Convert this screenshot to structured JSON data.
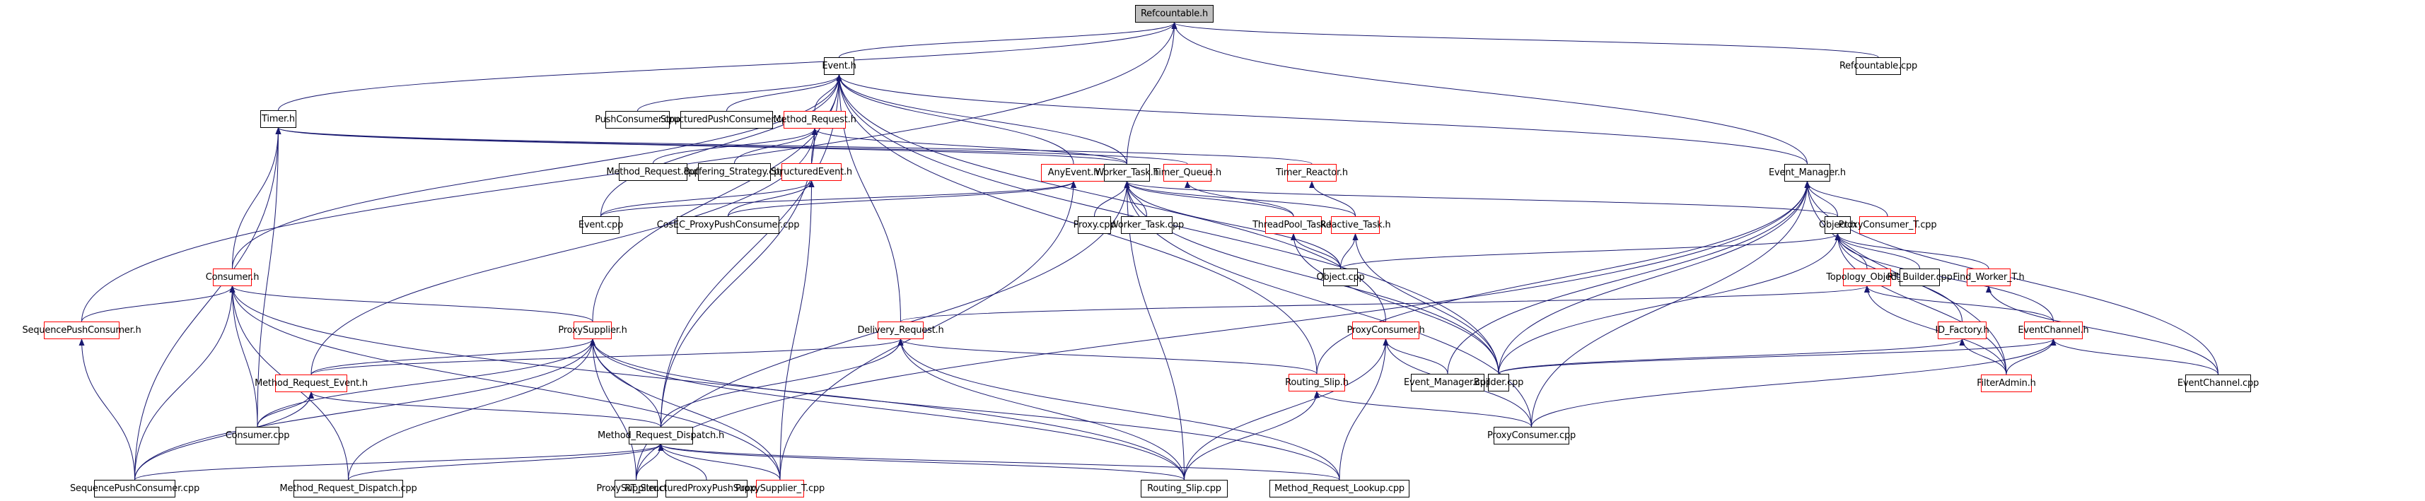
{
  "diagram": {
    "type": "include-dependency-graph",
    "edge_color": "#191970",
    "colors": {
      "root_fill": "#bfbfbf",
      "normal_border": "#000000",
      "truncated_border": "#ff0000"
    },
    "nodes": [
      {
        "id": "refcountable_h",
        "label": "Refcountable.h",
        "style": "root"
      },
      {
        "id": "refcountable_cpp",
        "label": "Refcountable.cpp",
        "style": "normal"
      },
      {
        "id": "event_h",
        "label": "Event.h",
        "style": "normal"
      },
      {
        "id": "timer_h",
        "label": "Timer.h",
        "style": "normal"
      },
      {
        "id": "pushconsumer_cpp",
        "label": "PushConsumer.cpp",
        "style": "normal"
      },
      {
        "id": "structuredpushconsumer_cpp",
        "label": "StructuredPushConsumer.cpp",
        "style": "normal"
      },
      {
        "id": "method_request_h",
        "label": "Method_Request.h",
        "style": "red"
      },
      {
        "id": "method_request_cpp",
        "label": "Method_Request.cpp",
        "style": "normal"
      },
      {
        "id": "buffering_strategy_cpp",
        "label": "Buffering_Strategy.cpp",
        "style": "normal"
      },
      {
        "id": "structuredevent_h",
        "label": "StructuredEvent.h",
        "style": "red"
      },
      {
        "id": "anyevent_h",
        "label": "AnyEvent.h",
        "style": "red"
      },
      {
        "id": "worker_task_h",
        "label": "Worker_Task.h",
        "style": "normal"
      },
      {
        "id": "timer_queue_h",
        "label": "Timer_Queue.h",
        "style": "red"
      },
      {
        "id": "timer_reactor_h",
        "label": "Timer_Reactor.h",
        "style": "red"
      },
      {
        "id": "event_manager_h",
        "label": "Event_Manager.h",
        "style": "normal"
      },
      {
        "id": "event_cpp",
        "label": "Event.cpp",
        "style": "normal"
      },
      {
        "id": "cosec_proxypushconsumer_cpp",
        "label": "CosEC_ProxyPushConsumer.cpp",
        "style": "normal"
      },
      {
        "id": "proxy_cpp",
        "label": "Proxy.cpp",
        "style": "normal"
      },
      {
        "id": "worker_task_cpp",
        "label": "Worker_Task.cpp",
        "style": "normal"
      },
      {
        "id": "threadpool_task_h",
        "label": "ThreadPool_Task.h",
        "style": "red"
      },
      {
        "id": "reactive_task_h",
        "label": "Reactive_Task.h",
        "style": "red"
      },
      {
        "id": "object_h",
        "label": "Object.h",
        "style": "normal"
      },
      {
        "id": "proxyconsumer_t_cpp",
        "label": "ProxyConsumer_T.cpp",
        "style": "red"
      },
      {
        "id": "object_cpp",
        "label": "Object.cpp",
        "style": "normal"
      },
      {
        "id": "consumer_h",
        "label": "Consumer.h",
        "style": "red"
      },
      {
        "id": "topology_object_h",
        "label": "Topology_Object.h",
        "style": "red"
      },
      {
        "id": "rt_builder_cpp",
        "label": "RT_Builder.cpp",
        "style": "normal"
      },
      {
        "id": "find_worker_t_h",
        "label": "Find_Worker_T.h",
        "style": "red"
      },
      {
        "id": "sequencepushconsumer_h",
        "label": "SequencePushConsumer.h",
        "style": "red"
      },
      {
        "id": "proxysupplier_h",
        "label": "ProxySupplier.h",
        "style": "red"
      },
      {
        "id": "delivery_request_h",
        "label": "Delivery_Request.h",
        "style": "red"
      },
      {
        "id": "proxyconsumer_h",
        "label": "ProxyConsumer.h",
        "style": "red"
      },
      {
        "id": "id_factory_h",
        "label": "ID_Factory.h",
        "style": "red"
      },
      {
        "id": "eventchannel_h",
        "label": "EventChannel.h",
        "style": "red"
      },
      {
        "id": "method_request_event_h",
        "label": "Method_Request_Event.h",
        "style": "red"
      },
      {
        "id": "routing_slip_h",
        "label": "Routing_Slip.h",
        "style": "red"
      },
      {
        "id": "event_manager_cpp",
        "label": "Event_Manager.cpp",
        "style": "normal"
      },
      {
        "id": "builder_cpp",
        "label": "Builder.cpp",
        "style": "normal"
      },
      {
        "id": "filteradmin_h",
        "label": "FilterAdmin.h",
        "style": "red"
      },
      {
        "id": "eventchannel_cpp",
        "label": "EventChannel.cpp",
        "style": "normal"
      },
      {
        "id": "consumer_cpp",
        "label": "Consumer.cpp",
        "style": "normal"
      },
      {
        "id": "method_request_dispatch_h",
        "label": "Method_Request_Dispatch.h",
        "style": "normal"
      },
      {
        "id": "proxyconsumer_cpp",
        "label": "ProxyConsumer.cpp",
        "style": "normal"
      },
      {
        "id": "sequencepushconsumer_cpp",
        "label": "SequencePushConsumer.cpp",
        "style": "normal"
      },
      {
        "id": "method_request_dispatch_cpp",
        "label": "Method_Request_Dispatch.cpp",
        "style": "normal"
      },
      {
        "id": "proxysupplier_cpp",
        "label": "ProxySupplier.cpp",
        "style": "normal"
      },
      {
        "id": "rt_structuredproxypushsupplier_cpp",
        "label": "RT_StructuredProxyPushSupplier.cpp",
        "style": "normal"
      },
      {
        "id": "proxysupplier_t_cpp",
        "label": "ProxySupplier_T.cpp",
        "style": "red"
      },
      {
        "id": "routing_slip_cpp",
        "label": "Routing_Slip.cpp",
        "style": "normal"
      },
      {
        "id": "method_request_lookup_cpp",
        "label": "Method_Request_Lookup.cpp",
        "style": "normal"
      }
    ],
    "edges": [
      [
        "event_h",
        "refcountable_h"
      ],
      [
        "timer_h",
        "refcountable_h"
      ],
      [
        "worker_task_h",
        "refcountable_h"
      ],
      [
        "event_manager_h",
        "refcountable_h"
      ],
      [
        "refcountable_cpp",
        "refcountable_h"
      ],
      [
        "sequencepushconsumer_h",
        "refcountable_h"
      ],
      [
        "pushconsumer_cpp",
        "event_h"
      ],
      [
        "structuredpushconsumer_cpp",
        "event_h"
      ],
      [
        "method_request_h",
        "event_h"
      ],
      [
        "structuredevent_h",
        "event_h"
      ],
      [
        "anyevent_h",
        "event_h"
      ],
      [
        "event_cpp",
        "event_h"
      ],
      [
        "worker_task_h",
        "event_h"
      ],
      [
        "consumer_h",
        "event_h"
      ],
      [
        "proxysupplier_h",
        "event_h"
      ],
      [
        "delivery_request_h",
        "event_h"
      ],
      [
        "event_manager_h",
        "event_h"
      ],
      [
        "builder_cpp",
        "event_h"
      ],
      [
        "routing_slip_h",
        "event_h"
      ],
      [
        "proxyconsumer_h",
        "event_h"
      ],
      [
        "method_request_dispatch_h",
        "event_h"
      ],
      [
        "timer_queue_h",
        "timer_h"
      ],
      [
        "timer_reactor_h",
        "timer_h"
      ],
      [
        "consumer_h",
        "timer_h"
      ],
      [
        "worker_task_h",
        "timer_h"
      ],
      [
        "consumer_cpp",
        "timer_h"
      ],
      [
        "sequencepushconsumer_cpp",
        "timer_h"
      ],
      [
        "method_request_cpp",
        "method_request_h"
      ],
      [
        "buffering_strategy_cpp",
        "method_request_h"
      ],
      [
        "worker_task_h",
        "method_request_h"
      ],
      [
        "method_request_event_h",
        "method_request_h"
      ],
      [
        "method_request_dispatch_h",
        "method_request_h"
      ],
      [
        "event_cpp",
        "structuredevent_h"
      ],
      [
        "cosec_proxypushconsumer_cpp",
        "structuredevent_h"
      ],
      [
        "proxysupplier_t_cpp",
        "structuredevent_h"
      ],
      [
        "event_cpp",
        "anyevent_h"
      ],
      [
        "cosec_proxypushconsumer_cpp",
        "anyevent_h"
      ],
      [
        "proxysupplier_t_cpp",
        "anyevent_h"
      ],
      [
        "worker_task_h",
        "anyevent_h"
      ],
      [
        "proxy_cpp",
        "worker_task_h"
      ],
      [
        "worker_task_cpp",
        "worker_task_h"
      ],
      [
        "threadpool_task_h",
        "worker_task_h"
      ],
      [
        "reactive_task_h",
        "worker_task_h"
      ],
      [
        "object_h",
        "worker_task_h"
      ],
      [
        "object_cpp",
        "worker_task_h"
      ],
      [
        "builder_cpp",
        "worker_task_h"
      ],
      [
        "proxysupplier_cpp",
        "worker_task_h"
      ],
      [
        "routing_slip_cpp",
        "worker_task_h"
      ],
      [
        "proxyconsumer_cpp",
        "worker_task_h"
      ],
      [
        "threadpool_task_h",
        "timer_queue_h"
      ],
      [
        "reactive_task_h",
        "timer_reactor_h"
      ],
      [
        "object_cpp",
        "threadpool_task_h"
      ],
      [
        "builder_cpp",
        "threadpool_task_h"
      ],
      [
        "object_cpp",
        "reactive_task_h"
      ],
      [
        "builder_cpp",
        "reactive_task_h"
      ],
      [
        "object_h",
        "event_manager_h"
      ],
      [
        "proxyconsumer_t_cpp",
        "event_manager_h"
      ],
      [
        "event_manager_cpp",
        "event_manager_h"
      ],
      [
        "builder_cpp",
        "event_manager_h"
      ],
      [
        "eventchannel_cpp",
        "event_manager_h"
      ],
      [
        "filteradmin_h",
        "event_manager_h"
      ],
      [
        "proxyconsumer_cpp",
        "event_manager_h"
      ],
      [
        "proxysupplier_cpp",
        "event_manager_h"
      ],
      [
        "routing_slip_h",
        "event_manager_h"
      ],
      [
        "object_cpp",
        "object_h"
      ],
      [
        "topology_object_h",
        "object_h"
      ],
      [
        "rt_builder_cpp",
        "object_h"
      ],
      [
        "find_worker_t_h",
        "object_h"
      ],
      [
        "id_factory_h",
        "object_h"
      ],
      [
        "builder_cpp",
        "object_h"
      ],
      [
        "eventchannel_h",
        "object_h"
      ],
      [
        "filteradmin_h",
        "object_h"
      ],
      [
        "sequencepushconsumer_h",
        "consumer_h"
      ],
      [
        "proxysupplier_h",
        "consumer_h"
      ],
      [
        "consumer_cpp",
        "consumer_h"
      ],
      [
        "sequencepushconsumer_cpp",
        "consumer_h"
      ],
      [
        "method_request_dispatch_cpp",
        "consumer_h"
      ],
      [
        "proxysupplier_t_cpp",
        "consumer_h"
      ],
      [
        "routing_slip_cpp",
        "consumer_h"
      ],
      [
        "sequencepushconsumer_cpp",
        "sequencepushconsumer_h"
      ],
      [
        "method_request_event_h",
        "proxysupplier_h"
      ],
      [
        "consumer_cpp",
        "proxysupplier_h"
      ],
      [
        "sequencepushconsumer_cpp",
        "proxysupplier_h"
      ],
      [
        "method_request_dispatch_cpp",
        "proxysupplier_h"
      ],
      [
        "proxysupplier_cpp",
        "proxysupplier_h"
      ],
      [
        "method_request_dispatch_h",
        "proxysupplier_h"
      ],
      [
        "proxysupplier_t_cpp",
        "proxysupplier_h"
      ],
      [
        "routing_slip_cpp",
        "proxysupplier_h"
      ],
      [
        "method_request_lookup_cpp",
        "proxysupplier_h"
      ],
      [
        "routing_slip_h",
        "delivery_request_h"
      ],
      [
        "method_request_event_h",
        "delivery_request_h"
      ],
      [
        "method_request_dispatch_h",
        "delivery_request_h"
      ],
      [
        "routing_slip_cpp",
        "delivery_request_h"
      ],
      [
        "method_request_lookup_cpp",
        "delivery_request_h"
      ],
      [
        "event_manager_cpp",
        "proxyconsumer_h"
      ],
      [
        "proxyconsumer_cpp",
        "proxyconsumer_h"
      ],
      [
        "routing_slip_cpp",
        "proxyconsumer_h"
      ],
      [
        "method_request_lookup_cpp",
        "proxyconsumer_h"
      ],
      [
        "builder_cpp",
        "id_factory_h"
      ],
      [
        "filteradmin_h",
        "id_factory_h"
      ],
      [
        "builder_cpp",
        "eventchannel_h"
      ],
      [
        "filteradmin_h",
        "eventchannel_h"
      ],
      [
        "eventchannel_cpp",
        "eventchannel_h"
      ],
      [
        "proxyconsumer_cpp",
        "eventchannel_h"
      ],
      [
        "filteradmin_h",
        "topology_object_h"
      ],
      [
        "eventchannel_h",
        "topology_object_h"
      ],
      [
        "delivery_request_h",
        "topology_object_h"
      ],
      [
        "eventchannel_cpp",
        "find_worker_t_h"
      ],
      [
        "consumer_cpp",
        "method_request_event_h"
      ],
      [
        "sequencepushconsumer_cpp",
        "method_request_event_h"
      ],
      [
        "method_request_dispatch_h",
        "method_request_event_h"
      ],
      [
        "proxyconsumer_cpp",
        "routing_slip_h"
      ],
      [
        "routing_slip_cpp",
        "routing_slip_h"
      ],
      [
        "method_request_dispatch_cpp",
        "method_request_dispatch_h"
      ],
      [
        "proxysupplier_cpp",
        "method_request_dispatch_h"
      ],
      [
        "rt_structuredproxypushsupplier_cpp",
        "method_request_dispatch_h"
      ],
      [
        "proxysupplier_t_cpp",
        "method_request_dispatch_h"
      ],
      [
        "routing_slip_cpp",
        "method_request_dispatch_h"
      ],
      [
        "method_request_lookup_cpp",
        "method_request_dispatch_h"
      ],
      [
        "sequencepushconsumer_cpp",
        "method_request_dispatch_h"
      ]
    ]
  }
}
